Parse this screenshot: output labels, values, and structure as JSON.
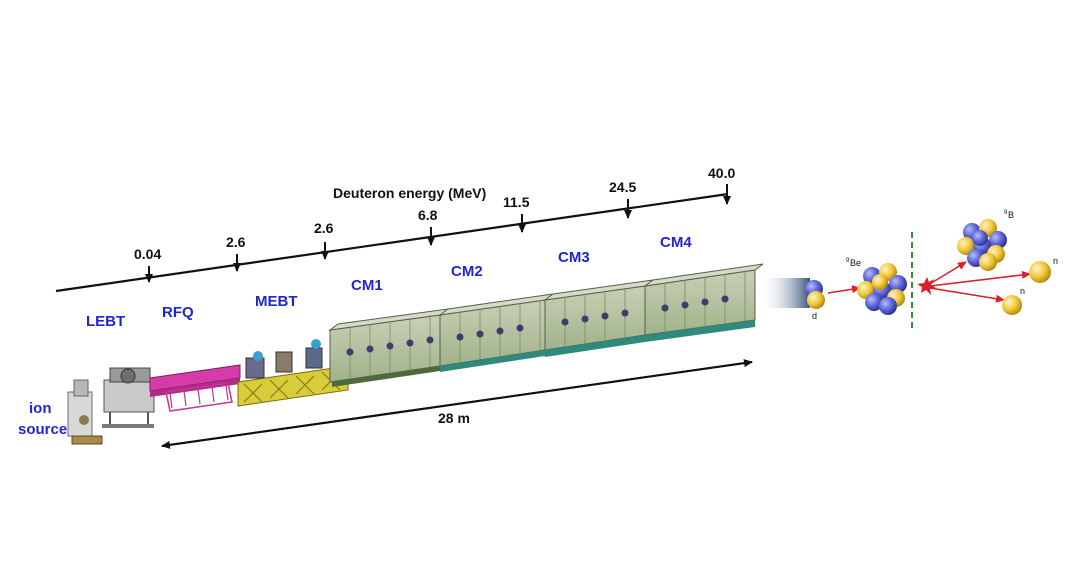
{
  "energy_axis": {
    "title": "Deuteron energy (MeV)",
    "ticks": [
      "0.04",
      "2.6",
      "2.6",
      "6.8",
      "11.5",
      "24.5",
      "40.0"
    ]
  },
  "sections": {
    "ion_source_line1": "ion",
    "ion_source_line2": "source",
    "lebt": "LEBT",
    "rfq": "RFQ",
    "mebt": "MEBT",
    "cm1": "CM1",
    "cm2": "CM2",
    "cm3": "CM3",
    "cm4": "CM4"
  },
  "length_label": "28 m",
  "reaction": {
    "projectile": "d",
    "target_sup": "9",
    "target_sym": "Be",
    "product_sup": "9",
    "product_sym": "B",
    "neutron_1": "n",
    "neutron_2": "n"
  },
  "colors": {
    "label_blue": "#1f25d6",
    "rfq_magenta": "#d63ca8",
    "mebt_yellow": "#d8cc3a",
    "cryomodule_green": "#9fb38a",
    "cm_base_teal": "#2e8a7c",
    "nucleon_blue": "#5a63d8",
    "nucleon_yellow": "#f1c73a",
    "reaction_red": "#d81f2a",
    "target_green": "#2f8a3a"
  }
}
